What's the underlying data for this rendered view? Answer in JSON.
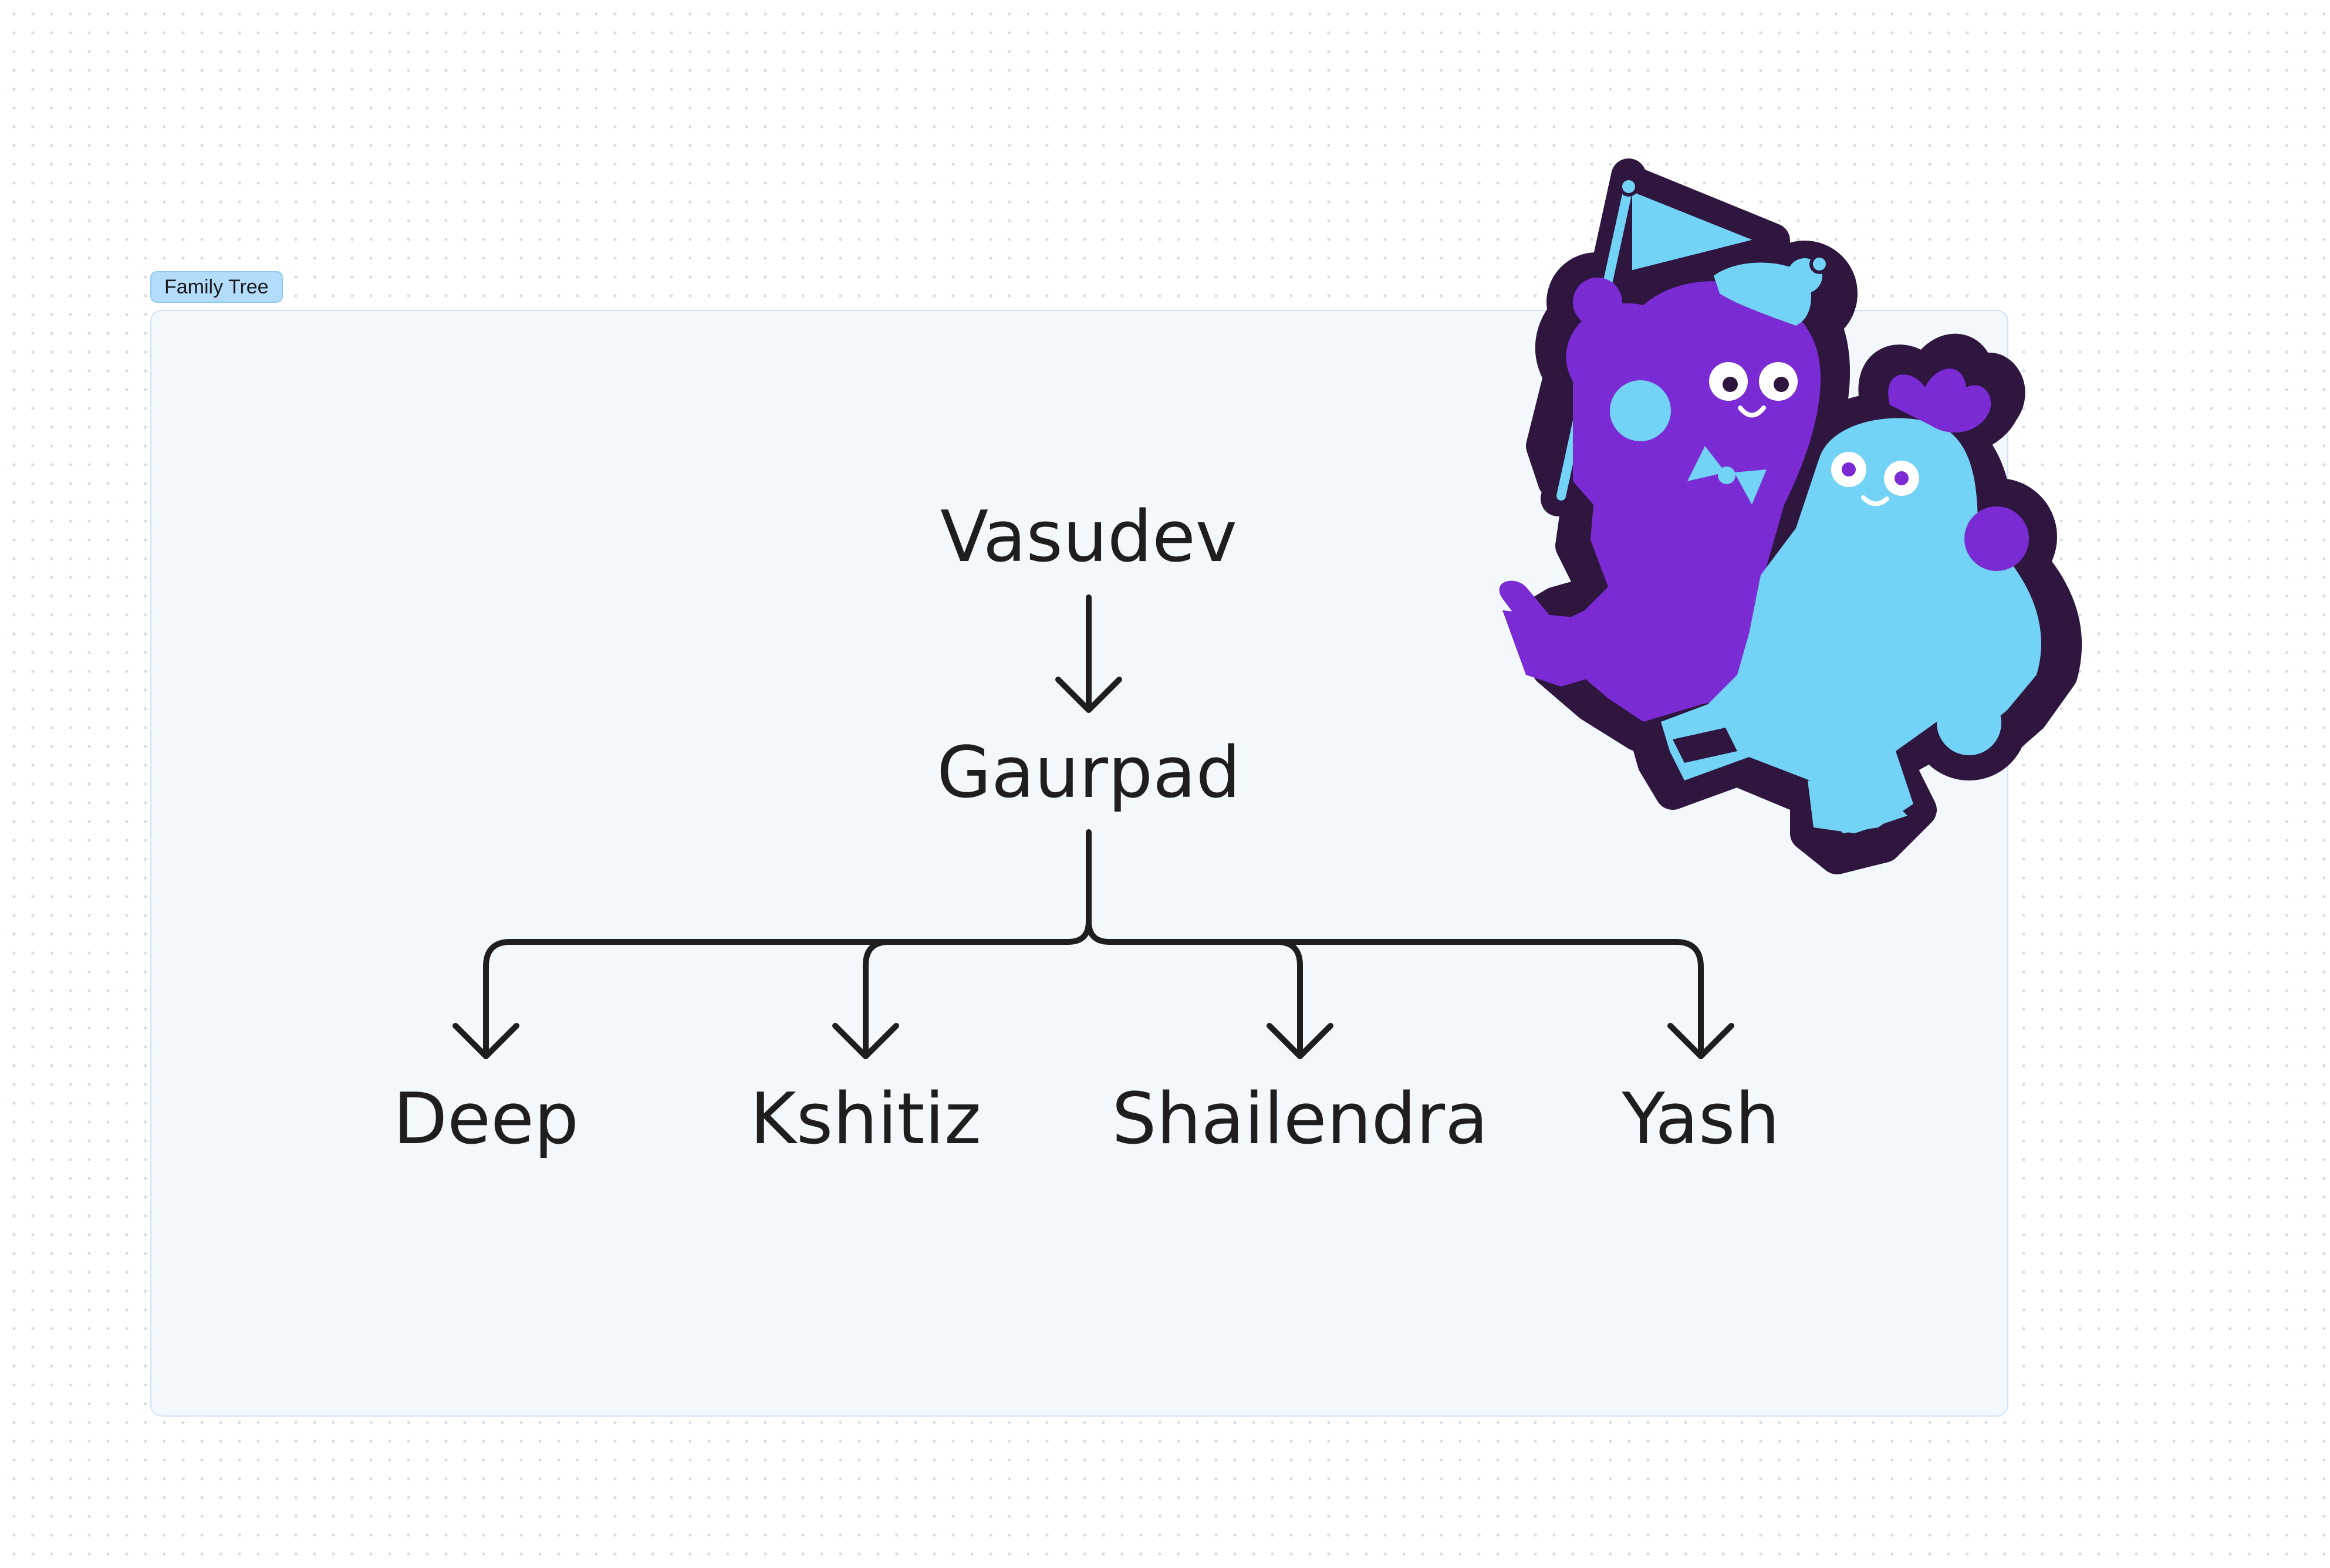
{
  "section": {
    "label": "Family Tree"
  },
  "tree": {
    "root": "Vasudev",
    "child": "Gaurpad",
    "grandchildren": [
      "Deep",
      "Kshitiz",
      "Shailendra",
      "Yash"
    ]
  },
  "colors": {
    "ink": "#1e1e1e",
    "sticker_purple": "#7b2bd4",
    "sticker_blue": "#72d3f7",
    "sticker_outline": "#2f163f"
  },
  "icons": {
    "sticker": "party-monsters-sticker-icon"
  }
}
